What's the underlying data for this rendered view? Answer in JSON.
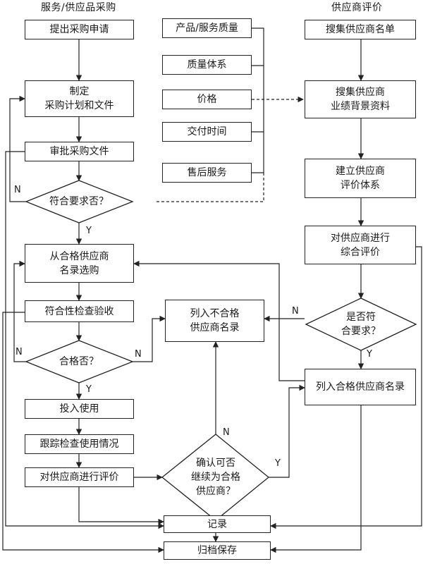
{
  "headers": {
    "left": "服务/供应品采购",
    "right": "供应商评价"
  },
  "left": {
    "request": "提出采购申请",
    "plan": [
      "制定",
      "采购计划和文件"
    ],
    "approve": "审批采购文件",
    "meets": "符合要求否？",
    "select": [
      "从合格供应商",
      "名录选购"
    ],
    "inspect": "符合性检查验收",
    "qualified": "合格否？",
    "use": "投入使用",
    "track": "跟踪检查使用情况",
    "evaluate": "对供应商进行评价"
  },
  "criteria": [
    "产品/服务质量",
    "质量体系",
    "价格",
    "交付时间",
    "售后服务"
  ],
  "right": {
    "collect_list": "搜集供应商名单",
    "collect_data": [
      "搜集供应商",
      "业绩背景资料"
    ],
    "build_system": [
      "建立供应商",
      "评价体系"
    ],
    "overall_eval": [
      "对供应商进行",
      "综合评价"
    ],
    "meets_req": [
      "是否符",
      "合要求？"
    ],
    "qualified_list": "列入合格供应商名录"
  },
  "center": {
    "unqualified_list": [
      "列入不合格",
      "供应商名录"
    ],
    "confirm": [
      "确认可否",
      "继续为合格",
      "供应商？"
    ],
    "record": "记录",
    "archive": "归档保存"
  },
  "labels": {
    "yes": "Y",
    "no": "N"
  }
}
